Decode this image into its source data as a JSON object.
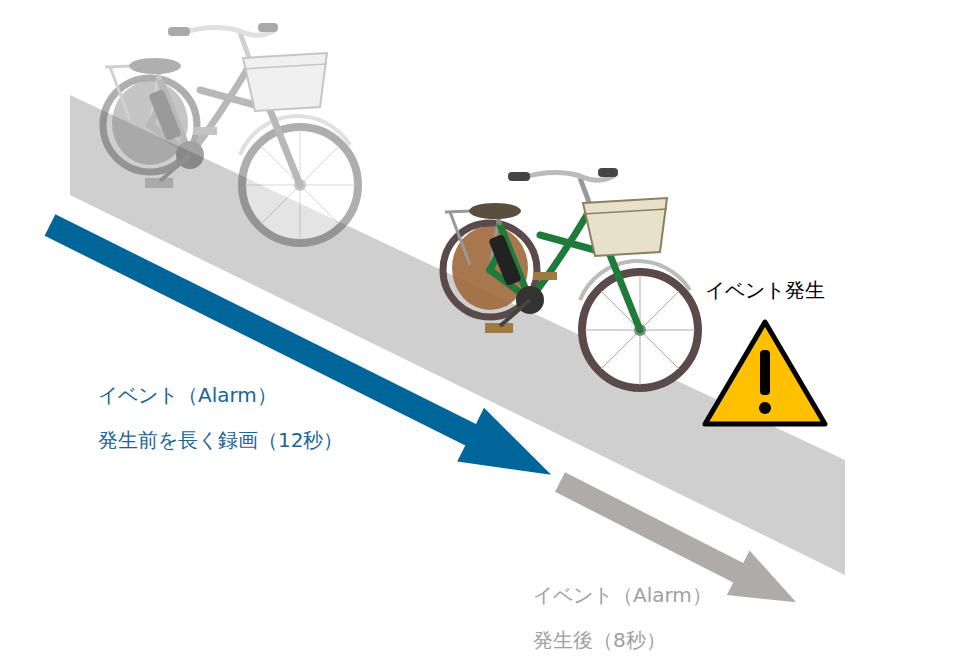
{
  "diagram": {
    "labels": [
      "イベント発生",
      "イベント（Alarm）",
      "発生前を長く録画（12秒）",
      "イベント（Alarm）",
      "発生後（8秒）"
    ]
  }
}
